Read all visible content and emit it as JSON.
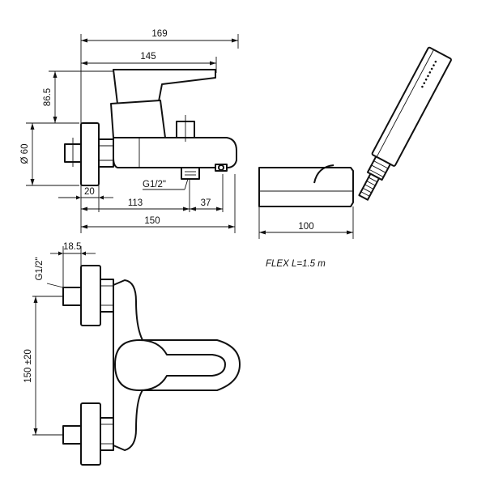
{
  "top_view": {
    "dim_total_width": "169",
    "dim_body_width": "145",
    "dim_lever_height": "86.5",
    "dim_flange_dia": "Ø 60",
    "dim_flange_depth": "20",
    "thread_label": "G1/2\"",
    "dim_outlet_offset": "113",
    "dim_outlet_spacing": "37",
    "dim_overall_length": "150"
  },
  "handshower": {
    "dim_holder_width": "100",
    "hose_label": "FLEX  L=1.5  m"
  },
  "front_view": {
    "dim_inlet_offset": "18.5",
    "thread_label": "G1/2\"",
    "dim_center_distance": "150 ±20"
  }
}
